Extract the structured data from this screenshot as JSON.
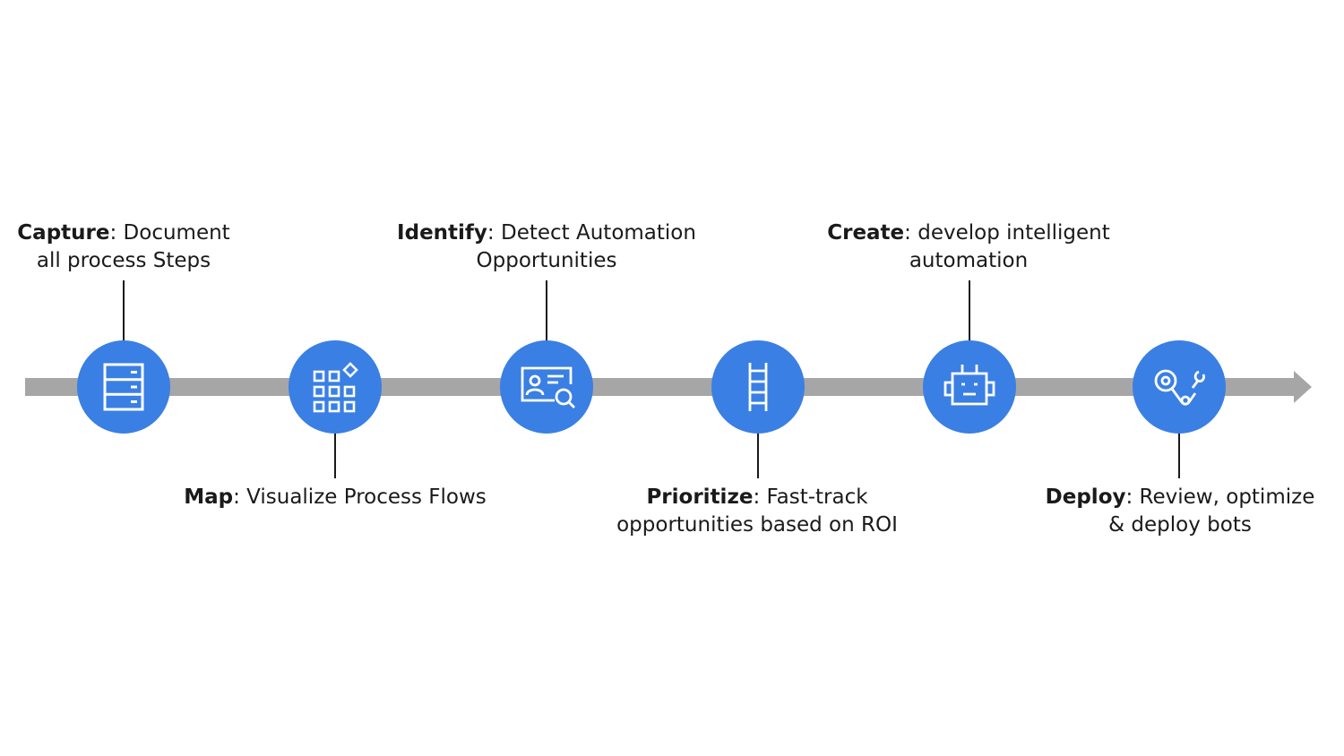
{
  "colors": {
    "node": "#3a7fe3",
    "bar": "#a6a6a6",
    "icon": "#ffffff",
    "text": "#1a1a1a"
  },
  "steps": [
    {
      "icon": "server-icon",
      "title": "Capture",
      "line1_rest": ": Document",
      "line2": "all process Steps"
    },
    {
      "icon": "grid-apps-icon",
      "title": "Map",
      "line1_rest": ": Visualize Process Flows",
      "line2": ""
    },
    {
      "icon": "id-search-icon",
      "title": "Identify",
      "line1_rest": ": Detect Automation",
      "line2": "Opportunities"
    },
    {
      "icon": "ladder-icon",
      "title": "Prioritize",
      "line1_rest": ": Fast-track",
      "line2": "opportunities based on ROI"
    },
    {
      "icon": "robot-icon",
      "title": "Create",
      "line1_rest": ": develop intelligent",
      "line2": "automation"
    },
    {
      "icon": "robot-arm-icon",
      "title": "Deploy",
      "line1_rest": ": Review, optimize",
      "line2": "& deploy bots"
    }
  ]
}
